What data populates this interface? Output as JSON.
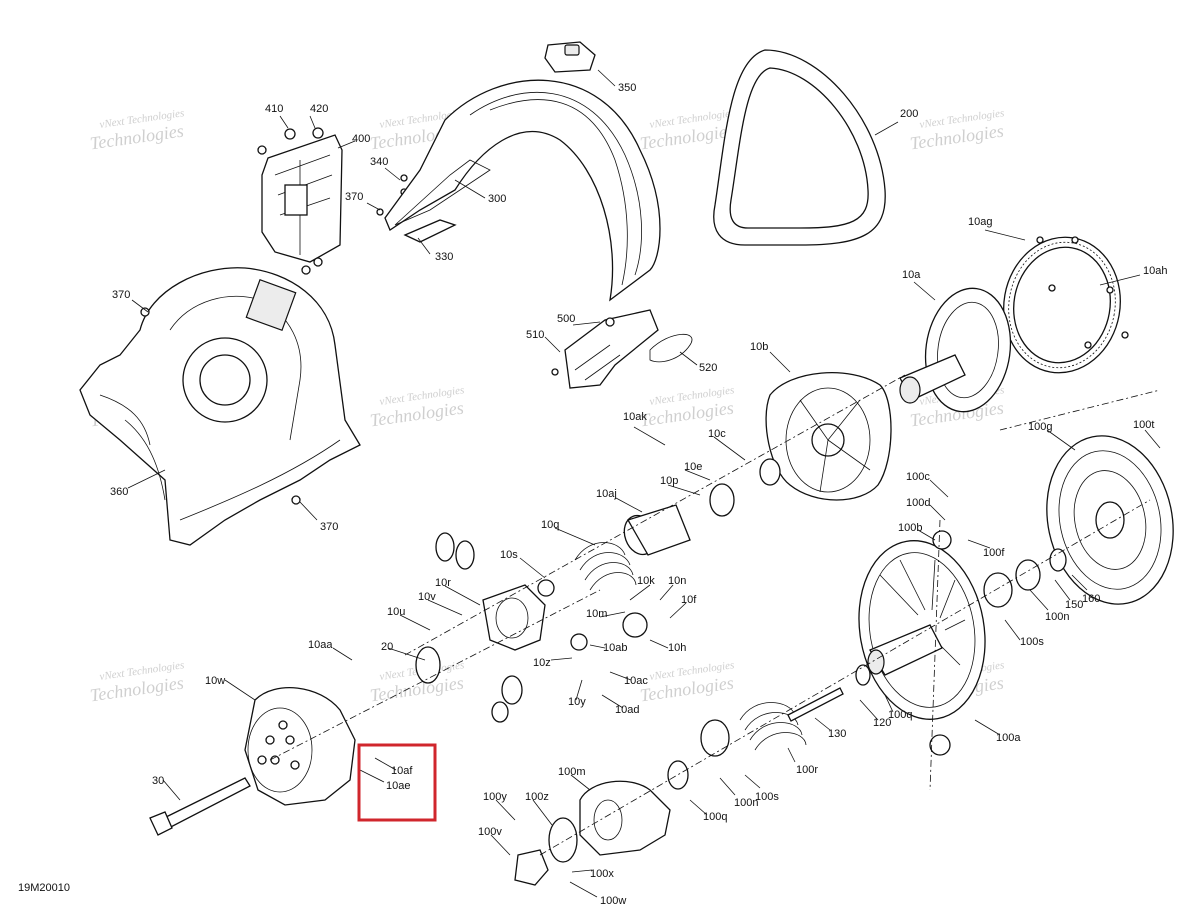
{
  "figure_code": "19M20010",
  "watermark": {
    "line1": "vNext Technologies",
    "line2": "Technologies",
    "color": "#cfcfcf"
  },
  "highlight": {
    "color": "#d0262c",
    "labels": [
      "10af",
      "10ae"
    ]
  },
  "callouts": [
    "410",
    "420",
    "400",
    "340",
    "370",
    "330",
    "300",
    "350",
    "200",
    "370",
    "360",
    "370",
    "510",
    "500",
    "520",
    "10ag",
    "10ah",
    "10a",
    "10b",
    "10ak",
    "10c",
    "10e",
    "10p",
    "10aj",
    "10q",
    "10s",
    "10r",
    "10v",
    "10u",
    "10aa",
    "20",
    "10w",
    "30",
    "10k",
    "10n",
    "10m",
    "10f",
    "10ab",
    "10h",
    "10z",
    "10ac",
    "10y",
    "10ad",
    "100t",
    "100g",
    "100c",
    "100d",
    "100b",
    "100f",
    "100s",
    "100n",
    "150",
    "160",
    "100a",
    "100q",
    "120",
    "130",
    "100r",
    "100s",
    "100n",
    "100q",
    "100m",
    "100y",
    "100z",
    "100v",
    "100x",
    "100w",
    "10af",
    "10ae"
  ]
}
